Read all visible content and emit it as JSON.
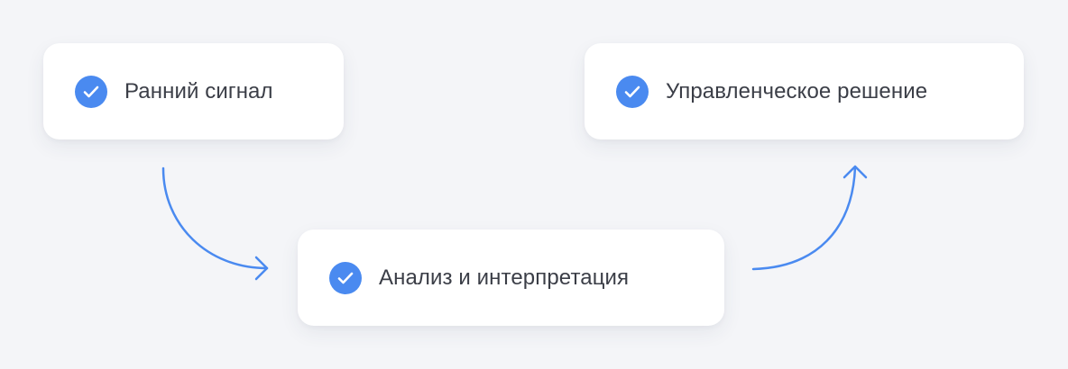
{
  "accent_color": "#4a8af0",
  "nodes": [
    {
      "id": "signal",
      "label": "Ранний сигнал",
      "icon": "check-circle-icon"
    },
    {
      "id": "analysis",
      "label": "Анализ и интерпретация",
      "icon": "check-circle-icon"
    },
    {
      "id": "decision",
      "label": "Управленческое решение",
      "icon": "check-circle-icon"
    }
  ],
  "edges": [
    {
      "from": "signal",
      "to": "analysis"
    },
    {
      "from": "analysis",
      "to": "decision"
    }
  ]
}
